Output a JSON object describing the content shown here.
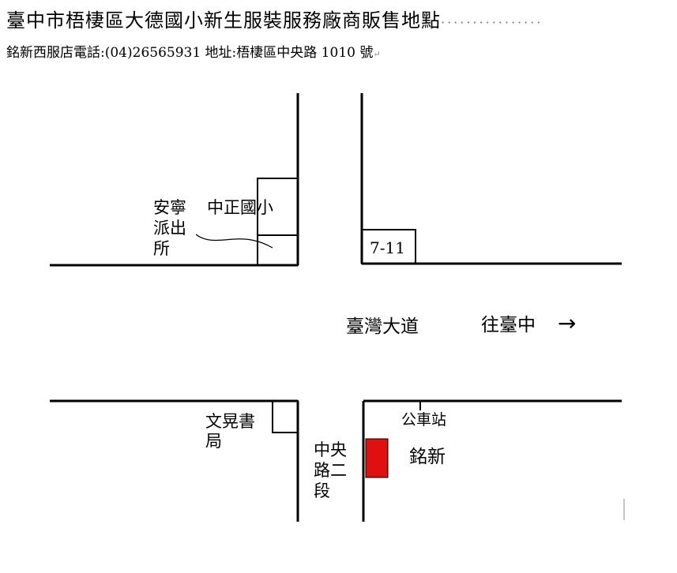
{
  "header": {
    "title": "臺中市梧棲區大德國小新生服裝服務廠商販售地點",
    "title_dots": "················",
    "subtitle": "銘新西服店電話:(04)26565931 地址:梧棲區中央路 1010 號",
    "paragraph_mark": "↵"
  },
  "map": {
    "landmarks": {
      "police": [
        "安寧",
        "派出",
        "所"
      ],
      "school": "中正國小",
      "store_711": "7-11",
      "bookstore": [
        "文晃書",
        "局"
      ],
      "bus_stop": "公車站",
      "shop": "銘新"
    },
    "roads": {
      "main_road": "臺灣大道",
      "direction": "往臺中",
      "direction_arrow": "→",
      "side_road": [
        "中央",
        "路二",
        "段"
      ]
    },
    "colors": {
      "shop_marker": "#e01010",
      "lines": "#000000"
    }
  }
}
